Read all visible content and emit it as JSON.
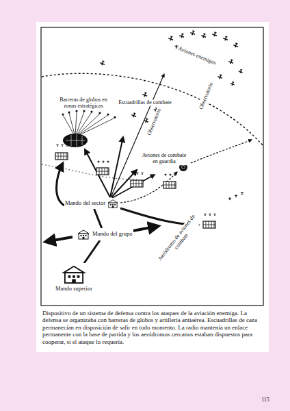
{
  "diagram": {
    "caption": "Dispositivo de un sistema de defensa contra los ataques de la aviación enemiga. La defensa se organizaba con barreras de globos y artillería antiaérea. Escuadrillas de caza permanecían en disposición de salir en todo momento. La radio mantenía un enlace permanente con la base de partida y los aeródromos cercanos estaban dispuestos para cooperar, si el ataque lo requería.",
    "nodes": [
      {
        "text": [
          "Mando del sector"
        ]
      },
      {
        "text": [
          "Mando del grupo"
        ]
      },
      {
        "text": [
          "Mando superior"
        ]
      }
    ],
    "edges": [
      {
        "from": 2,
        "to": 1,
        "arrow": "none"
      },
      {
        "from": 1,
        "to": 0,
        "arrow": "none"
      }
    ],
    "labels": [
      "Aviones enemigos",
      "Barreras de globos en zonas estratégicas",
      "Escuadrillas de combate",
      "Observatorio",
      "Observatorio",
      "Aviones de combate en guardia",
      "Aeródromo de aviones de combate",
      "115"
    ]
  }
}
